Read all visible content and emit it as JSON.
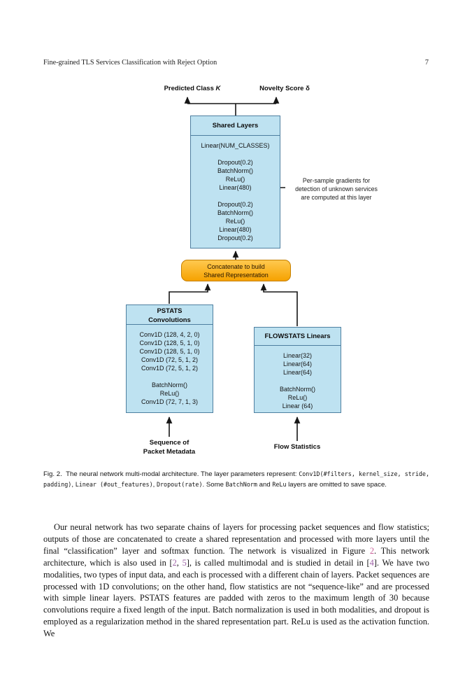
{
  "header": {
    "title": "Fine-grained TLS Services Classification with Reject Option",
    "page_number": "7"
  },
  "colors": {
    "box_fill": "#bee2f1",
    "box_border": "#4e7fa0",
    "concat_fill_top": "#ffc94f",
    "concat_fill_bottom": "#f6a200",
    "concat_border": "#c57f00",
    "figure_ref_link": "#c9619a",
    "citation_link": "#9f63a8"
  },
  "diagram": {
    "output_labels": [
      {
        "text": "Predicted Class ",
        "var": "K"
      },
      {
        "text": "Novelty Score ",
        "var": "δ"
      }
    ],
    "shared_layers": {
      "title": "Shared Layers",
      "layers": [
        "Linear(NUM_CLASSES)",
        "",
        "Dropout(0.2)",
        "BatchNorm()",
        "ReLu()",
        "Linear(480)",
        "",
        "Dropout(0.2)",
        "BatchNorm()",
        "ReLu()",
        "Linear(480)",
        "Dropout(0.2)"
      ]
    },
    "annotation": {
      "lines": [
        "Per-sample gradients for",
        "detection of unknown services",
        "are computed at this layer"
      ]
    },
    "concat_box": {
      "lines": [
        "Concatenate to build",
        "Shared Representation"
      ]
    },
    "pstats": {
      "title_lines": [
        "PSTATS",
        "Convolutions"
      ],
      "layers": [
        "Conv1D (128, 4, 2, 0)",
        "Conv1D (128, 5, 1, 0)",
        "Conv1D (128, 5, 1, 0)",
        "Conv1D (72, 5, 1, 2)",
        "Conv1D (72, 5, 1, 2)",
        "",
        "BatchNorm()",
        "ReLu()",
        "Conv1D (72, 7, 1, 3)"
      ]
    },
    "flowstats": {
      "title": "FLOWSTATS Linears",
      "layers": [
        "Linear(32)",
        "Linear(64)",
        "Linear(64)",
        "",
        "BatchNorm()",
        "ReLu()",
        "Linear (64)"
      ]
    },
    "input_labels": {
      "pstats": {
        "lines": [
          "Sequence of",
          "Packet Metadata"
        ]
      },
      "flowstats": {
        "lines": [
          "Flow Statistics"
        ]
      }
    }
  },
  "caption": {
    "segments": [
      {
        "t": "Fig. 2.  The neural network multi-modal architecture. The layer parameters represent: "
      },
      {
        "t": "Conv1D(#filters, kernel_size, stride, padding)",
        "s": "mono"
      },
      {
        "t": ", "
      },
      {
        "t": "Linear (#out_features)",
        "s": "mono"
      },
      {
        "t": ", "
      },
      {
        "t": "Dropout(rate)",
        "s": "mono"
      },
      {
        "t": ". Some "
      },
      {
        "t": "BatchNorm",
        "s": "mono"
      },
      {
        "t": " and "
      },
      {
        "t": "ReLu",
        "s": "mono"
      },
      {
        "t": " layers are omitted to save space."
      }
    ]
  },
  "paragraph": {
    "segments": [
      {
        "t": "Our neural network has two separate chains of layers for processing packet sequences and flow statistics; outputs of those are concatenated to create a shared representation and processed with more layers until the final “classification” layer and softmax function. The network is visualized in Figure "
      },
      {
        "t": "2",
        "s": "figref"
      },
      {
        "t": ". This network architecture, which is also used in ["
      },
      {
        "t": "2",
        "s": "cite"
      },
      {
        "t": ", "
      },
      {
        "t": "5",
        "s": "cite"
      },
      {
        "t": "], is called multimodal and is studied in detail in ["
      },
      {
        "t": "4",
        "s": "cite"
      },
      {
        "t": "]. We have two modalities, two types of input data, and each is processed with a different chain of layers. Packet sequences are processed with 1D convolutions; on the other hand, flow statistics are not “sequence-like” and are processed with simple linear layers. PSTATS features are padded with zeros to the maximum length of 30 because convolutions require a fixed length of the input. Batch normalization is used in both modalities, and dropout is employed as a regularization method in the shared representation part. ReLu is used as the activation function. We"
      }
    ]
  }
}
